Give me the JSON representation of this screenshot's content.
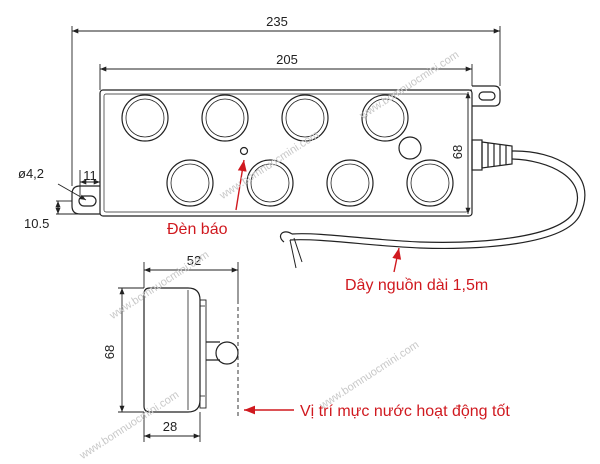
{
  "dimensions": {
    "overall_length": "235",
    "body_length": "205",
    "height": "68",
    "hole_diameter": "ø4,2",
    "tab_width": "11",
    "tab_offset": "10.5",
    "side_depth": "52",
    "side_height": "68",
    "side_base": "28"
  },
  "labels": {
    "indicator": "Đèn báo",
    "power_cord": "Dây nguồn dài 1,5m",
    "water_level": "Vị trí mực nước hoạt động tốt"
  },
  "watermark": "www.bomnuocmini.com",
  "colors": {
    "annotation": "#d0191f",
    "line": "#222222"
  },
  "top_view": {
    "mist_heads": 8
  }
}
